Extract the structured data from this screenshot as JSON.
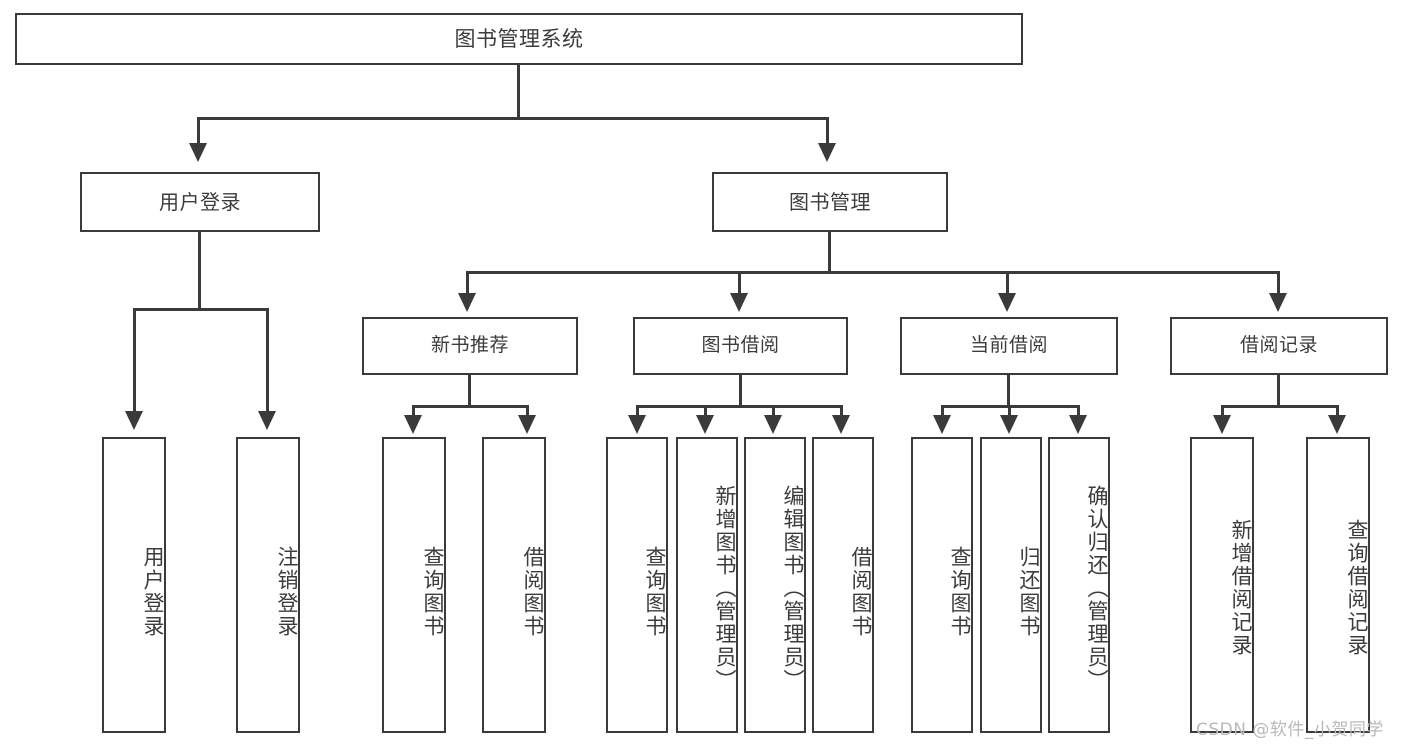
{
  "diagram": {
    "type": "tree",
    "title": "图书管理系统",
    "root": {
      "label": "图书管理系统"
    },
    "level2": [
      {
        "label": "用户登录"
      },
      {
        "label": "图书管理"
      }
    ],
    "level3": [
      {
        "label": "新书推荐"
      },
      {
        "label": "图书借阅"
      },
      {
        "label": "当前借阅"
      },
      {
        "label": "借阅记录"
      }
    ],
    "leaves": {
      "user_login": [
        {
          "label": "用户登录"
        },
        {
          "label": "注销登录"
        }
      ],
      "new_book_recommend": [
        {
          "label": "查询图书"
        },
        {
          "label": "借阅图书"
        }
      ],
      "book_borrow": [
        {
          "label": "查询图书"
        },
        {
          "label": "新增图书（管理员）"
        },
        {
          "label": "编辑图书（管理员）"
        },
        {
          "label": "借阅图书"
        }
      ],
      "current_borrow": [
        {
          "label": "查询图书"
        },
        {
          "label": "归还图书"
        },
        {
          "label": "确认归还（管理员）"
        }
      ],
      "borrow_record": [
        {
          "label": "新增借阅记录"
        },
        {
          "label": "查询借阅记录"
        }
      ]
    }
  },
  "watermark": {
    "text": "CSDN @软件_小贺同学"
  },
  "colors": {
    "stroke": "#3a3a3a",
    "text": "#3c3c3c",
    "background": "#ffffff",
    "watermark": "#b9b9b9"
  }
}
